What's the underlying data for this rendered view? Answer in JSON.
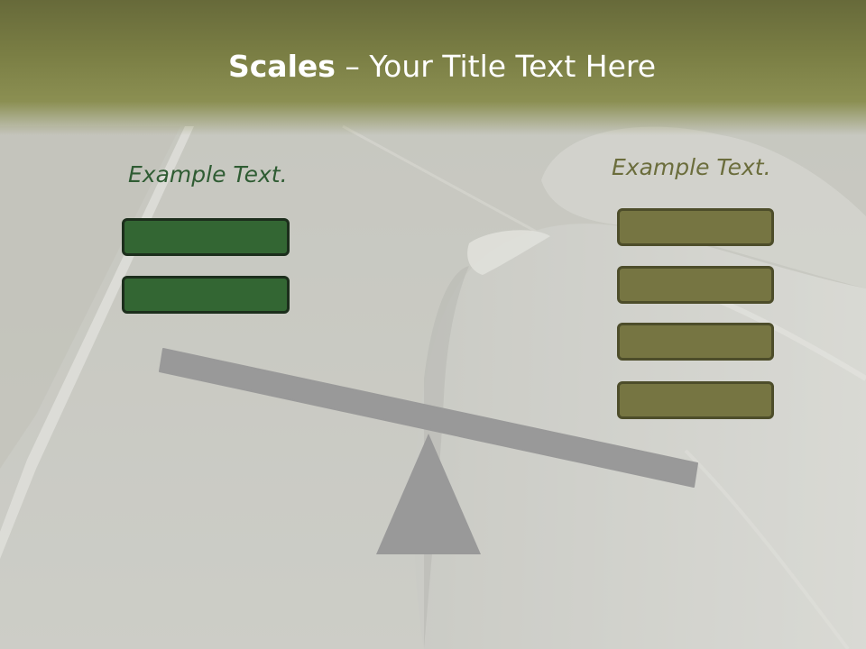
{
  "slide": {
    "title_bold": "Scales",
    "title_rest": " – Your Title Text Here",
    "left_caption": "Example Text.",
    "right_caption": "Example Text.",
    "left_box_count": 2,
    "right_box_count": 4
  },
  "colors": {
    "title_band": "#7a7e44",
    "left_box_fill": "#336633",
    "left_box_border": "#1c2e1c",
    "right_box_fill": "#767542",
    "right_box_border": "#4d4d2a",
    "beam": "#999999",
    "fulcrum": "#999999"
  },
  "background_image": "car-on-road-photo"
}
